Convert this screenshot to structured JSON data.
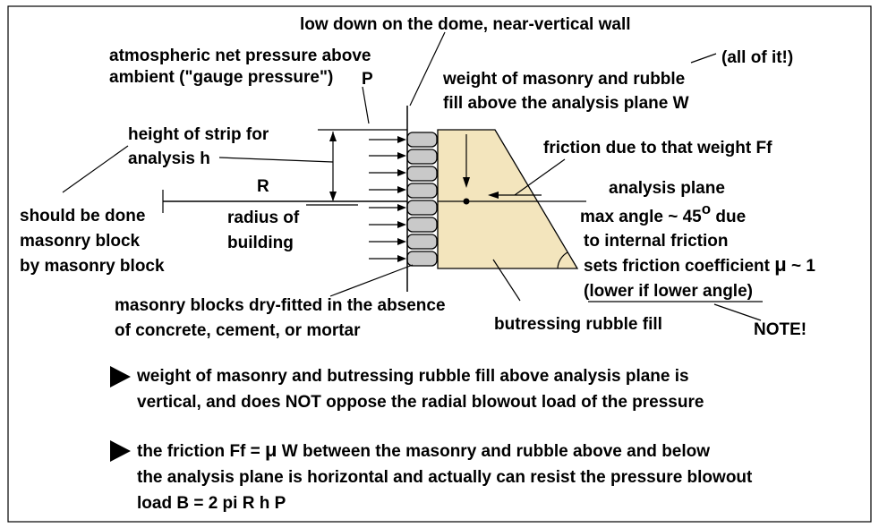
{
  "labels": {
    "wall_note": "low down on the dome,  near-vertical wall",
    "gauge_pressure_1": "atmospheric net pressure above",
    "gauge_pressure_2": "ambient (\"gauge pressure\")",
    "pressure_symbol": "P",
    "all_of_it": "(all of it!)",
    "weight_1": "weight of masonry and rubble",
    "weight_2": "fill above the analysis plane W",
    "strip_height_1": "height of strip for",
    "strip_height_2": "analysis h",
    "friction_weight": "friction due to that weight Ff",
    "radius_symbol": "R",
    "analysis_plane": "analysis plane",
    "block_by_block_1": "should be done",
    "block_by_block_2": "masonry block",
    "block_by_block_3": "by masonry block",
    "radius_of_1": "radius of",
    "radius_of_2": "building",
    "max_angle_prefix": "max angle ~ 45",
    "max_angle_degree": "o",
    "max_angle_suffix": " due",
    "internal_friction": "to internal friction",
    "friction_coeff_prefix": "sets friction coefficient ",
    "mu": "μ",
    "friction_coeff_suffix": " ~ 1",
    "lower_angle": "(lower if lower angle)",
    "note": "NOTE!",
    "dry_fitted_1": "masonry blocks dry-fitted in the absence",
    "dry_fitted_2": "of concrete,  cement,  or mortar",
    "rubble_fill": "butressing rubble fill"
  },
  "bullets": [
    {
      "line1": "weight of masonry and butressing rubble fill above analysis plane is",
      "line2": "vertical,  and does NOT oppose the radial blowout load of the pressure"
    },
    {
      "line1_prefix": "the friction  Ff = ",
      "line1_mu": "μ",
      "line1_suffix": " W between the masonry and rubble above and below",
      "line2": "the analysis plane is horizontal and actually can resist the pressure blowout",
      "line3": "load B = 2 pi R h P"
    }
  ],
  "colors": {
    "rubble_fill": "#f3e5bd",
    "masonry_block": "#c9c9c9",
    "ink": "#000000"
  }
}
